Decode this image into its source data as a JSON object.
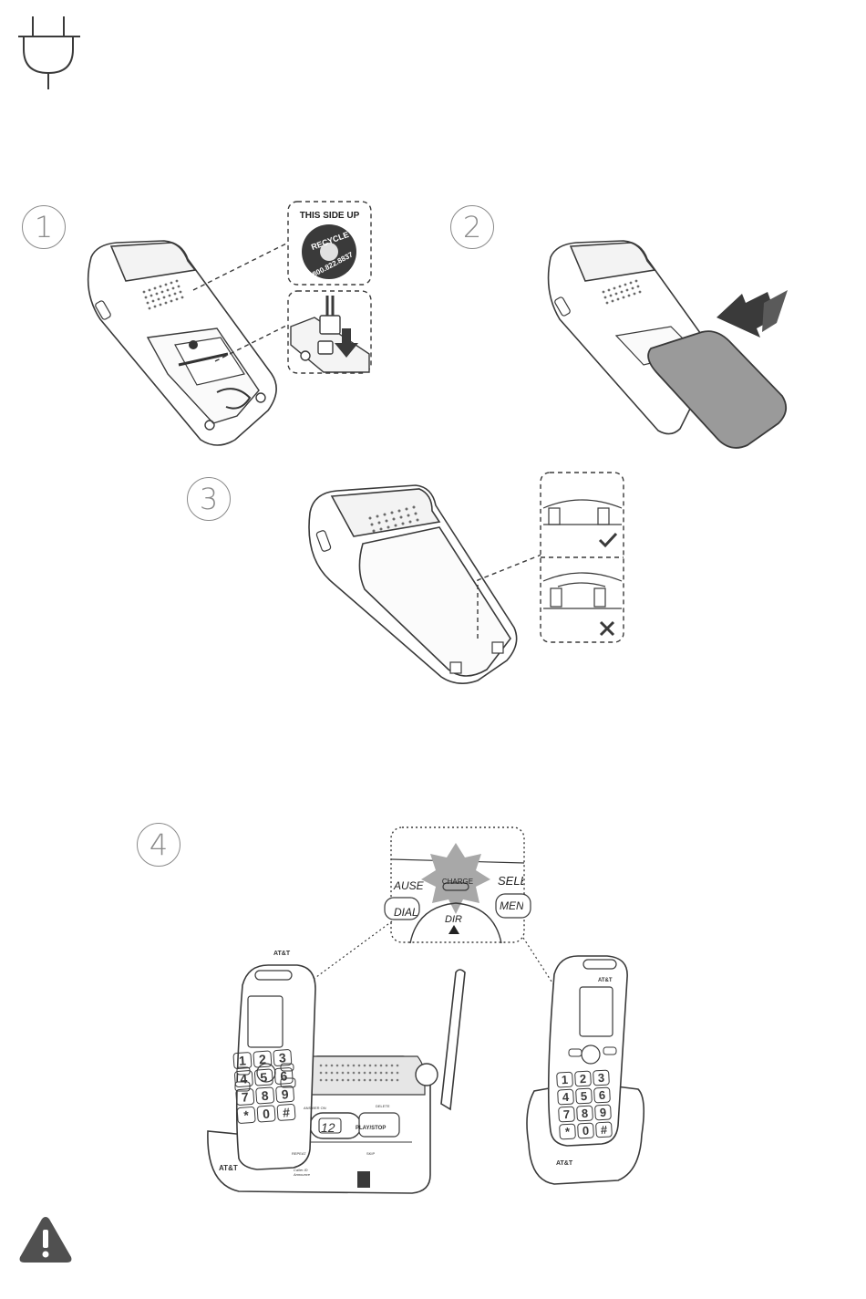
{
  "icons": {
    "plug": "plug-icon",
    "warning": "warning-icon",
    "arrow_down": "arrow-down-icon",
    "arrow_insert": "arrow-insert-icon",
    "check": "check-icon",
    "cross": "cross-icon"
  },
  "steps": [
    {
      "number": "1"
    },
    {
      "number": "2"
    },
    {
      "number": "3"
    },
    {
      "number": "4"
    }
  ],
  "battery_label": {
    "this_side_up": "THIS SIDE UP",
    "recycle": "RECYCLE",
    "phone": "1.800.822.8837"
  },
  "charge_callout": {
    "charge": "CHARGE",
    "pause": "AUSE",
    "select": "SELE",
    "dial": "DIAL",
    "menu": "MEN",
    "dir": "DIR"
  },
  "base_unit": {
    "brand": "AT&T",
    "play_stop": "PLAY/STOP",
    "message_count": "12",
    "answer_on": "ANSWER ON",
    "delete": "DELETE",
    "repeat": "REPEAT",
    "skip": "SKIP",
    "caller_id": "Caller ID Announce"
  },
  "handset": {
    "brand": "AT&T",
    "keys": [
      "1",
      "2",
      "3",
      "4",
      "5",
      "6",
      "7",
      "8",
      "9",
      "*",
      "0",
      "#"
    ]
  },
  "colors": {
    "line": "#3a3a3a",
    "gray": "#8a8a8a",
    "cover": "#9a9a9a",
    "warning": "#505050"
  }
}
